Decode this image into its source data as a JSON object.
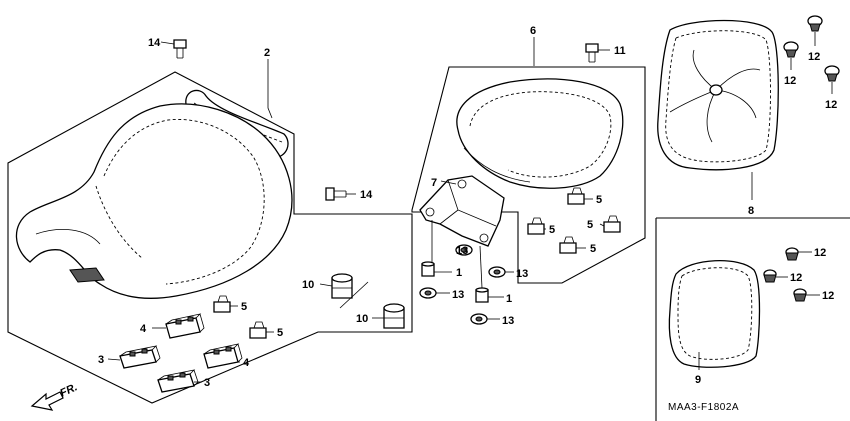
{
  "callouts": {
    "c14a": "14",
    "c2": "2",
    "c14b": "14",
    "c6": "6",
    "c11": "11",
    "c12a": "12",
    "c12b": "12",
    "c12c": "12",
    "c7": "7",
    "c5a": "5",
    "c5b": "5",
    "c5c": "5",
    "c5d": "5",
    "c8": "8",
    "c1a": "1",
    "c13a": "13",
    "c13b": "13",
    "c1b": "1",
    "c13c": "13",
    "c13d": "13",
    "c10a": "10",
    "c10b": "10",
    "c5e": "5",
    "c4a": "4",
    "c5f": "5",
    "c3a": "3",
    "c4b": "4",
    "c3b": "3",
    "c12d": "12",
    "c12e": "12",
    "c12f": "12",
    "c9": "9"
  },
  "diagram_code": "MAA3-F1802A",
  "direction_label": "FR."
}
